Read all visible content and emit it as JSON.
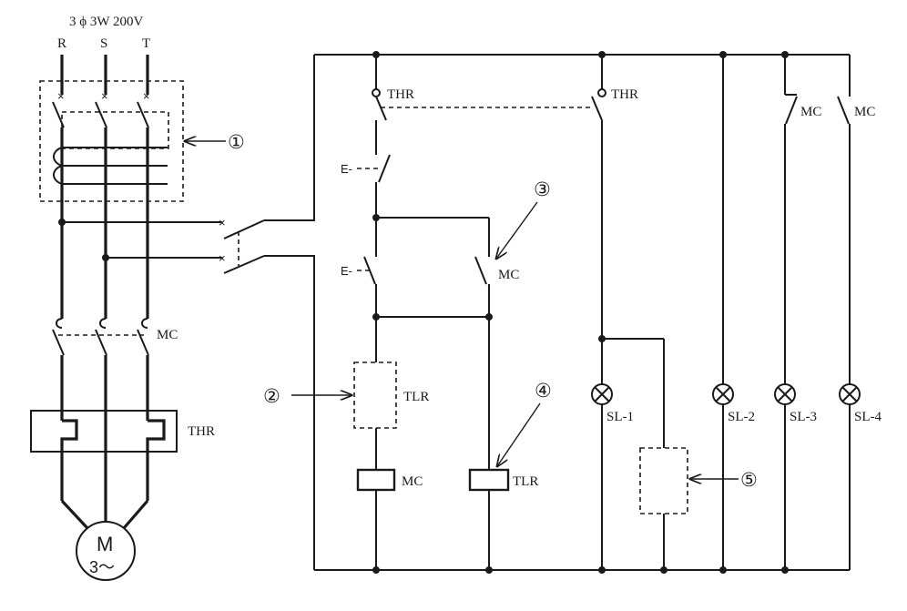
{
  "supply": {
    "title": "3 ϕ 3W 200V",
    "phases": [
      "R",
      "S",
      "T"
    ]
  },
  "main_circuit": {
    "contactor_label": "MC",
    "overload_label": "THR",
    "motor_letter": "M",
    "motor_phase": "3～"
  },
  "control_circuit": {
    "thr_contact_left": "THR",
    "thr_contact_right": "THR",
    "stop_button": "E-",
    "start_button": "E-",
    "mc_self_hold": "MC",
    "timer_relay": "TLR",
    "mc_coil": "MC",
    "tlr_coil": "TLR",
    "mc_contact_1": "MC",
    "mc_contact_2": "MC",
    "lamps": [
      "SL-1",
      "SL-2",
      "SL-3",
      "SL-4"
    ]
  },
  "callouts": [
    "①",
    "②",
    "③",
    "④",
    "⑤"
  ],
  "colors": {
    "line": "#1a1a1a",
    "background": "#ffffff"
  }
}
